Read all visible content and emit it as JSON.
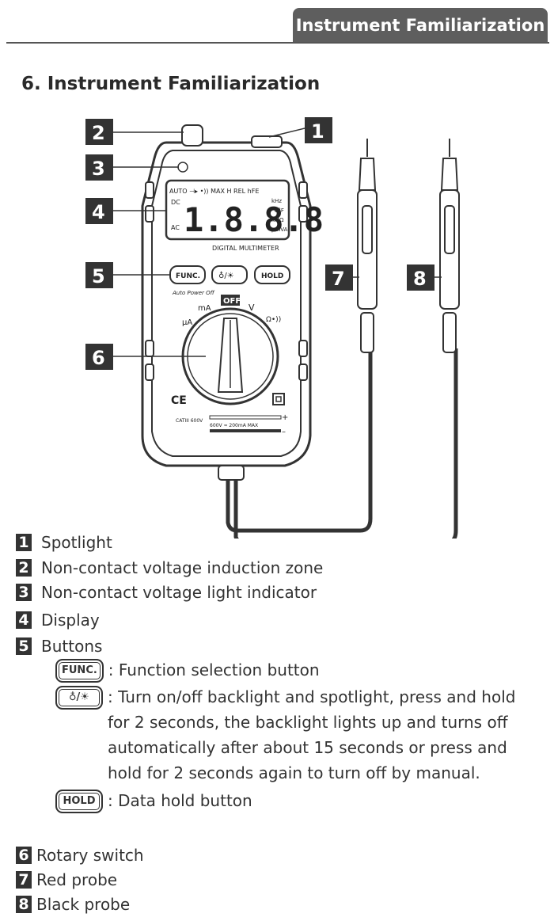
{
  "header": {
    "tab_title": "Instrument Familiarization"
  },
  "section_title": "6. Instrument Familiarization",
  "meter": {
    "callouts": [
      "1",
      "2",
      "3",
      "4",
      "5",
      "6",
      "7",
      "8"
    ],
    "lcd_top": "AUTO ⊣▸ •)) MAX H REL hFE",
    "lcd_digits": "1.8.8.8",
    "lcd_dc": "DC",
    "lcd_ac": "AC",
    "lcd_units": [
      "kHz",
      "°C°F",
      "kMΩ",
      "μmVA"
    ],
    "model_label": "DIGITAL MULTIMETER",
    "btn_func": "FUNC.",
    "btn_light": "♁/☀",
    "btn_hold": "HOLD",
    "auto_power_off": "Auto Power Off",
    "dial_off": "OFF",
    "dial_ma": "mA",
    "dial_ua": "μA",
    "dial_v": "V",
    "dial_ohm": "Ω•))",
    "ce": "CE",
    "cat": "CATIII 600V",
    "rating": "600V ≂ 200mA MAX",
    "plus": "+",
    "minus": "–"
  },
  "legend": [
    {
      "num": "1",
      "text": "Spotlight"
    },
    {
      "num": "2",
      "text": "Non-contact voltage induction zone"
    },
    {
      "num": "3",
      "text": "Non-contact voltage light indicator"
    },
    {
      "num": "4",
      "text": "Display"
    },
    {
      "num": "5",
      "text": "Buttons"
    }
  ],
  "buttons": [
    {
      "label": "FUNC.",
      "desc": ": Function selection button"
    },
    {
      "label": "♁/☀",
      "desc": ": Turn on/off backlight and spotlight, press and hold for 2 seconds, the backlight lights up and turns off automatically after about 15 seconds or press and hold for 2 seconds again to turn off by manual."
    },
    {
      "label": "HOLD",
      "desc": ": Data hold button"
    }
  ],
  "legend2": [
    {
      "num": "6",
      "text": "Rotary switch"
    },
    {
      "num": "7",
      "text": "Red probe"
    },
    {
      "num": "8",
      "text": "Black probe"
    }
  ]
}
